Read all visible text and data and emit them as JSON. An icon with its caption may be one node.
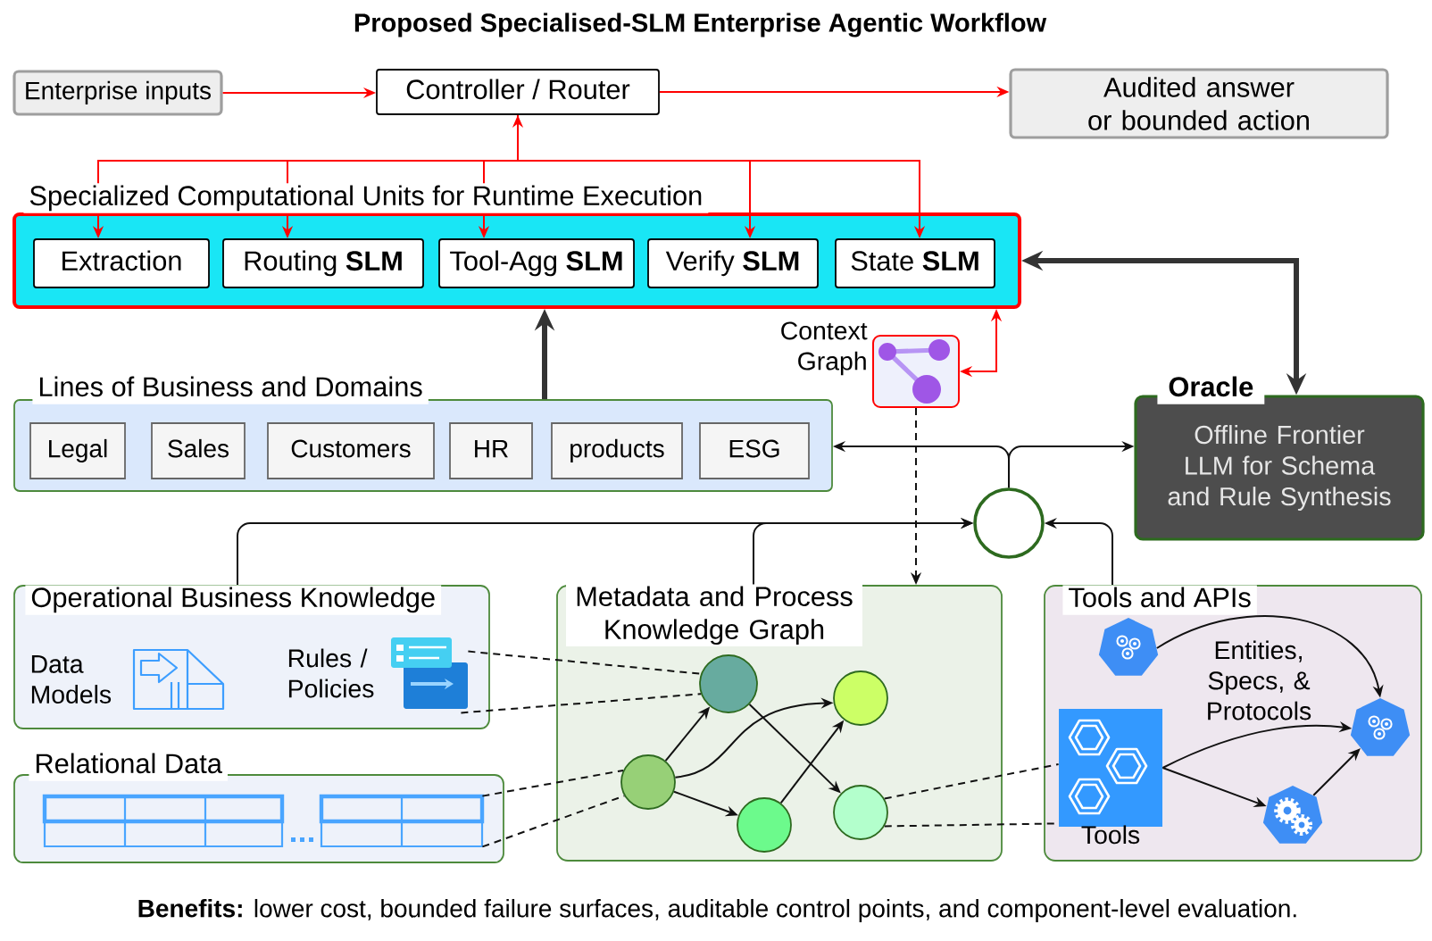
{
  "diagram": {
    "title": "Proposed Specialised-SLM Enterprise Agentic Workflow",
    "caption": "**Benefits:** lower cost, bounded failure surfaces, auditable control points, and component-level evaluation.",
    "nodes": [
      {
        "text": [
          "Enterprise inputs"
        ]
      },
      {
        "text": [
          "Controller / Router"
        ]
      },
      {
        "text": [
          "Audited answer or bounded action"
        ]
      },
      {
        "text": [
          "Specialized Computational Units for Runtime Execution"
        ]
      },
      {
        "text": [
          "Extraction"
        ],
        "in": 3
      },
      {
        "text": [
          "Routing **SLM**"
        ],
        "in": 3
      },
      {
        "text": [
          "Tool-Agg **SLM**"
        ],
        "in": 3
      },
      {
        "text": [
          "Verify **SLM**"
        ],
        "in": 3
      },
      {
        "text": [
          "State **SLM**"
        ],
        "in": 3
      },
      {
        "text": [],
        "shape": "picture",
        "beside": [
          "Context Graph"
        ]
      },
      {
        "text": [
          "Lines of Business and Domains"
        ]
      },
      {
        "text": [
          "Legal"
        ],
        "in": 10
      },
      {
        "text": [
          "Sales"
        ],
        "in": 10
      },
      {
        "text": [
          "Customers"
        ],
        "in": 10
      },
      {
        "text": [
          "HR"
        ],
        "in": 10
      },
      {
        "text": [
          "products"
        ],
        "in": 10
      },
      {
        "text": [
          "ESG"
        ],
        "in": 10
      },
      {
        "text": [
          "Oracle",
          "Offline Frontier LLM for Schema and Rule Synthesis"
        ]
      },
      {
        "text": [],
        "shape": "circle"
      },
      {
        "text": [
          "Operational Business Knowledge"
        ]
      },
      {
        "text": [],
        "shape": "picture",
        "beside": [
          "Data Models"
        ],
        "in": 19
      },
      {
        "text": [],
        "shape": "picture",
        "beside": [
          "Rules / Policies"
        ],
        "in": 19
      },
      {
        "text": [
          "Relational Data"
        ]
      },
      {
        "text": [],
        "shape": "picture",
        "in": 22
      },
      {
        "text": [
          "Metadata and Process Knowledge Graph"
        ]
      },
      {
        "text": [],
        "shape": "circle",
        "in": 24
      },
      {
        "text": [],
        "shape": "circle",
        "in": 24
      },
      {
        "text": [],
        "shape": "circle",
        "in": 24
      },
      {
        "text": [],
        "shape": "circle",
        "in": 24
      },
      {
        "text": [],
        "shape": "circle",
        "in": 24
      },
      {
        "text": [
          "Tools and APIs"
        ]
      },
      {
        "text": [],
        "shape": "picture",
        "in": 30
      },
      {
        "text": [],
        "shape": "picture",
        "in": 30
      },
      {
        "text": [],
        "shape": "picture",
        "beside": [
          "Tools"
        ],
        "in": 30
      },
      {
        "text": [],
        "shape": "picture",
        "in": 30
      }
    ],
    "edges": [
      {
        "from": 0,
        "to": 1,
        "arrow": "to",
        "color": "#ff0000"
      },
      {
        "from": 1,
        "to": 2,
        "arrow": "to",
        "color": "#ff0000"
      },
      {
        "from": 1,
        "to": 4,
        "arrow": "both",
        "color": "#ff0000"
      },
      {
        "from": 1,
        "to": 5,
        "arrow": "to",
        "color": "#ff0000"
      },
      {
        "from": 1,
        "to": 6,
        "arrow": "to",
        "color": "#ff0000"
      },
      {
        "from": 1,
        "to": 7,
        "arrow": "to",
        "color": "#ff0000"
      },
      {
        "from": 1,
        "to": 8,
        "arrow": "to",
        "color": "#ff0000"
      },
      {
        "from": 9,
        "to": 3,
        "arrow": "both",
        "color": "#ff0000"
      },
      {
        "from": 10,
        "to": 3,
        "arrow": "to",
        "style": "thick"
      },
      {
        "from": 17,
        "to": 3,
        "arrow": "both",
        "style": "thick"
      },
      {
        "from": 18,
        "to": 10,
        "arrow": "to"
      },
      {
        "from": 18,
        "to": 17,
        "arrow": "to"
      },
      {
        "from": 19,
        "to": 18,
        "arrow": "to"
      },
      {
        "from": 24,
        "to": 18,
        "arrow": "to"
      },
      {
        "from": 30,
        "to": 18,
        "arrow": "to"
      },
      {
        "from": 9,
        "to": 24,
        "arrow": "to",
        "style": "dashed"
      },
      {
        "from": 21,
        "to": 25,
        "arrow": "none",
        "style": "dashed"
      },
      {
        "from": 21,
        "to": 25,
        "arrow": "none",
        "style": "dashed"
      },
      {
        "from": 23,
        "to": 27,
        "arrow": "none",
        "style": "dashed"
      },
      {
        "from": 23,
        "to": 27,
        "arrow": "none",
        "style": "dashed"
      },
      {
        "from": 28,
        "to": 33,
        "arrow": "none",
        "style": "dashed"
      },
      {
        "from": 28,
        "to": 33,
        "arrow": "none",
        "style": "dashed"
      },
      {
        "from": 27,
        "to": 25,
        "arrow": "to"
      },
      {
        "from": 27,
        "to": 26,
        "arrow": "to"
      },
      {
        "from": 27,
        "to": 29,
        "arrow": "to"
      },
      {
        "from": 29,
        "to": 26,
        "arrow": "to"
      },
      {
        "from": 25,
        "to": 28,
        "arrow": "to"
      },
      {
        "from": 31,
        "to": 32,
        "arrow": "to",
        "label": "Entities, Specs, & Protocols"
      },
      {
        "from": 33,
        "to": 32,
        "arrow": "to"
      },
      {
        "from": 33,
        "to": 34,
        "arrow": "to"
      },
      {
        "from": 34,
        "to": 32,
        "arrow": "to"
      }
    ]
  }
}
